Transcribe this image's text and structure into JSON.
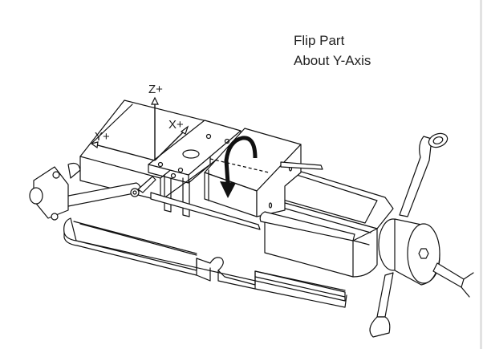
{
  "caption": {
    "line1": "Flip Part",
    "line2": "About Y-Axis"
  },
  "axes": {
    "z_label": "Z+",
    "x_label": "X+",
    "y_label": "Y+"
  },
  "colors": {
    "line": "#111111",
    "background": "#ffffff",
    "text": "#222222"
  },
  "icons": {
    "rotation_arrow": "curved-arrow-down",
    "dashed_axis": "dashed-rotation-axis"
  }
}
